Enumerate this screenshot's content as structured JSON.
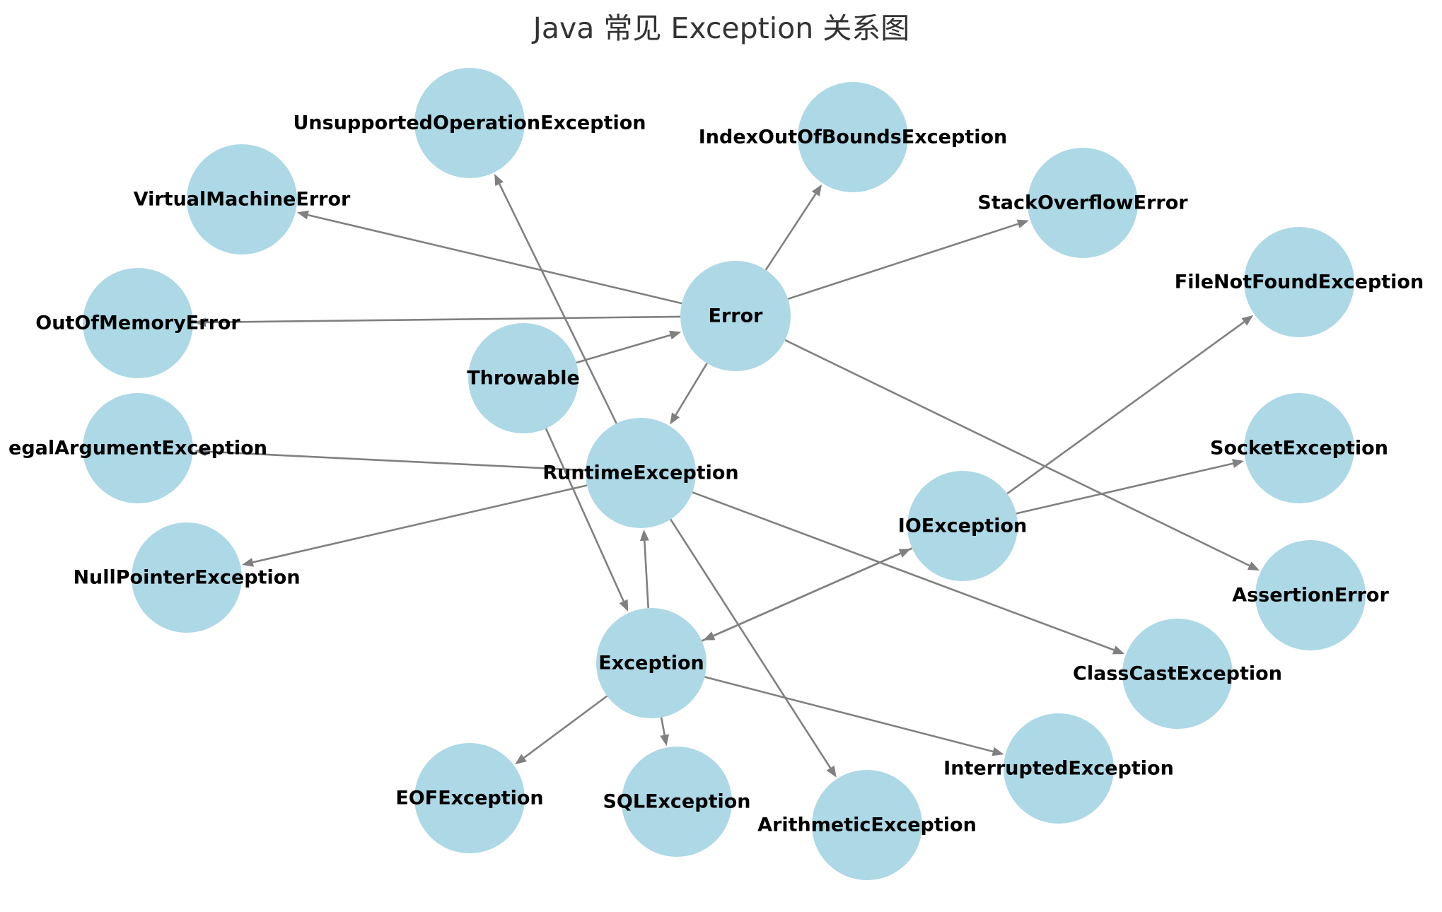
{
  "title": "Java 常见 Exception 关系图",
  "colors": {
    "node_fill": "#add8e6",
    "edge": "#808080",
    "label": "#000000",
    "title": "#333333"
  },
  "nodes": [
    {
      "id": "Throwable",
      "label": "Throwable"
    },
    {
      "id": "Error",
      "label": "Error"
    },
    {
      "id": "Exception",
      "label": "Exception"
    },
    {
      "id": "RuntimeException",
      "label": "RuntimeException"
    },
    {
      "id": "IOException",
      "label": "IOException"
    },
    {
      "id": "UnsupportedOperationException",
      "label": "UnsupportedOperationException"
    },
    {
      "id": "IndexOutOfBoundsException",
      "label": "IndexOutOfBoundsException"
    },
    {
      "id": "VirtualMachineError",
      "label": "VirtualMachineError"
    },
    {
      "id": "StackOverflowError",
      "label": "StackOverflowError"
    },
    {
      "id": "OutOfMemoryError",
      "label": "OutOfMemoryError"
    },
    {
      "id": "FileNotFoundException",
      "label": "FileNotFoundException"
    },
    {
      "id": "IllegalArgumentException",
      "label": "egalArgumentException"
    },
    {
      "id": "SocketException",
      "label": "SocketException"
    },
    {
      "id": "NullPointerException",
      "label": "NullPointerException"
    },
    {
      "id": "AssertionError",
      "label": "AssertionError"
    },
    {
      "id": "ClassCastException",
      "label": "ClassCastException"
    },
    {
      "id": "EOFException",
      "label": "EOFException"
    },
    {
      "id": "SQLException",
      "label": "SQLException"
    },
    {
      "id": "InterruptedException",
      "label": "InterruptedException"
    },
    {
      "id": "ArithmeticException",
      "label": "ArithmeticException"
    }
  ],
  "edges": [
    {
      "from": "Throwable",
      "to": "Error"
    },
    {
      "from": "Throwable",
      "to": "Exception"
    },
    {
      "from": "Error",
      "to": "VirtualMachineError"
    },
    {
      "from": "Error",
      "to": "OutOfMemoryError"
    },
    {
      "from": "Error",
      "to": "StackOverflowError"
    },
    {
      "from": "Error",
      "to": "IndexOutOfBoundsException"
    },
    {
      "from": "Error",
      "to": "AssertionError"
    },
    {
      "from": "Error",
      "to": "RuntimeException"
    },
    {
      "from": "Exception",
      "to": "RuntimeException"
    },
    {
      "from": "Exception",
      "to": "IOException"
    },
    {
      "from": "Exception",
      "to": "EOFException"
    },
    {
      "from": "Exception",
      "to": "SQLException"
    },
    {
      "from": "Exception",
      "to": "InterruptedException"
    },
    {
      "from": "RuntimeException",
      "to": "UnsupportedOperationException"
    },
    {
      "from": "RuntimeException",
      "to": "IllegalArgumentException"
    },
    {
      "from": "RuntimeException",
      "to": "NullPointerException"
    },
    {
      "from": "RuntimeException",
      "to": "ClassCastException"
    },
    {
      "from": "RuntimeException",
      "to": "ArithmeticException"
    },
    {
      "from": "IOException",
      "to": "FileNotFoundException"
    },
    {
      "from": "IOException",
      "to": "SocketException"
    },
    {
      "from": "IOException",
      "to": "Exception"
    }
  ]
}
